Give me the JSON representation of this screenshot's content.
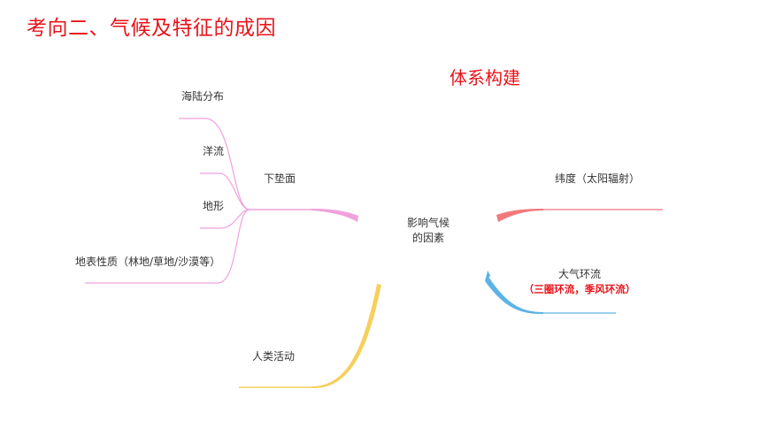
{
  "header": {
    "title": "考向二、气候及特征的成因",
    "subtitle": "体系构建"
  },
  "mindmap": {
    "center": {
      "line1": "影响气候",
      "line2": "的因素"
    },
    "branches": {
      "underlying_surface": {
        "label": "下垫面",
        "color": "#f0a1dc",
        "children": [
          "海陆分布",
          "洋流",
          "地形",
          "地表性质（林地/草地/沙漠等）"
        ]
      },
      "latitude": {
        "label": "纬度（太阳辐射）",
        "color": "#f2787c"
      },
      "atmospheric_circulation": {
        "label": "大气环流",
        "note": "（三圈环流，季风环流）",
        "color": "#5cb3e6"
      },
      "human_activity": {
        "label": "人类活动",
        "color": "#f7cf5c"
      }
    }
  }
}
